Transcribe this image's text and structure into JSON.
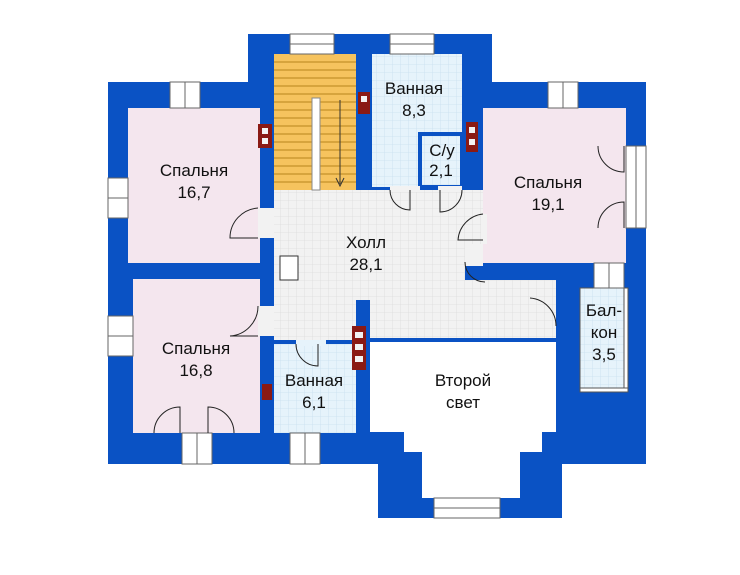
{
  "colors": {
    "wall": "#0a52c4",
    "bedroom": "#f4e6ee",
    "tile": "#e6f3fb",
    "tile_grid": "#c9dff0",
    "hall": "#f2f2f2",
    "hall_grid": "#dadada",
    "stairs": "#f6c35e",
    "void": "#ffffff",
    "chimney": "#8a1a14"
  },
  "rooms": {
    "bedroom_top_left": {
      "name": "Спальня",
      "area": "16,7"
    },
    "bedroom_bottom_left": {
      "name": "Спальня",
      "area": "16,8"
    },
    "bathroom_top": {
      "name": "Ванная",
      "area": "8,3"
    },
    "wc": {
      "name": "С/у",
      "area": "2,1"
    },
    "bedroom_right": {
      "name": "Спальня",
      "area": "19,1"
    },
    "hall": {
      "name": "Холл",
      "area": "28,1"
    },
    "bathroom_bottom": {
      "name": "Ванная",
      "area": "6,1"
    },
    "second_light": {
      "name_line1": "Второй",
      "name_line2": "свет"
    },
    "balcony": {
      "name_line1": "Бал-",
      "name_line2": "кон",
      "area": "3,5"
    }
  }
}
